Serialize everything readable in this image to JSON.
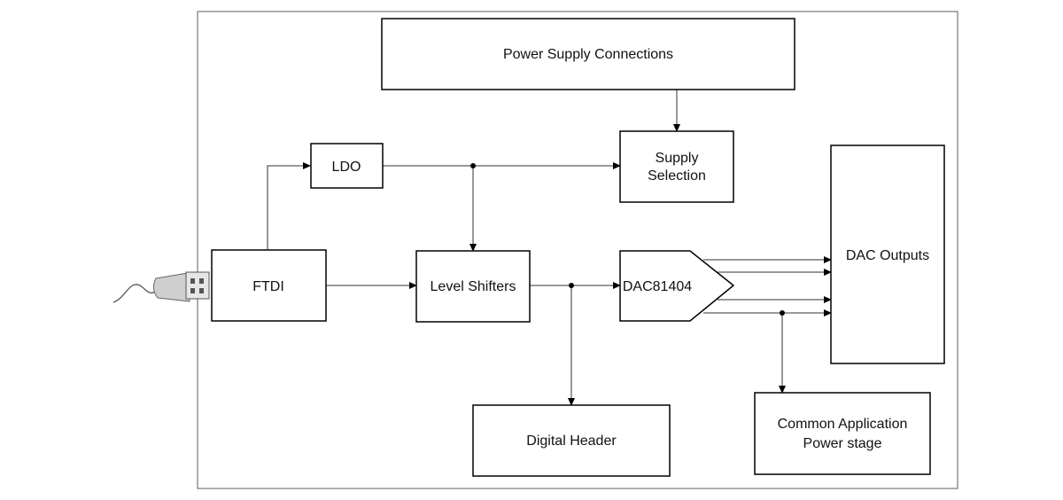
{
  "blocks": {
    "power_supply": "Power Supply Connections",
    "ldo": "LDO",
    "supply_selection": [
      "Supply",
      "Selection"
    ],
    "ftdi": "FTDI",
    "level_shifters": "Level Shifters",
    "dac": "DAC81404",
    "dac_outputs": "DAC Outputs",
    "digital_header": "Digital Header",
    "power_stage": [
      "Common Application",
      "Power stage"
    ]
  },
  "icons": {
    "usb": "usb-plug-icon"
  }
}
